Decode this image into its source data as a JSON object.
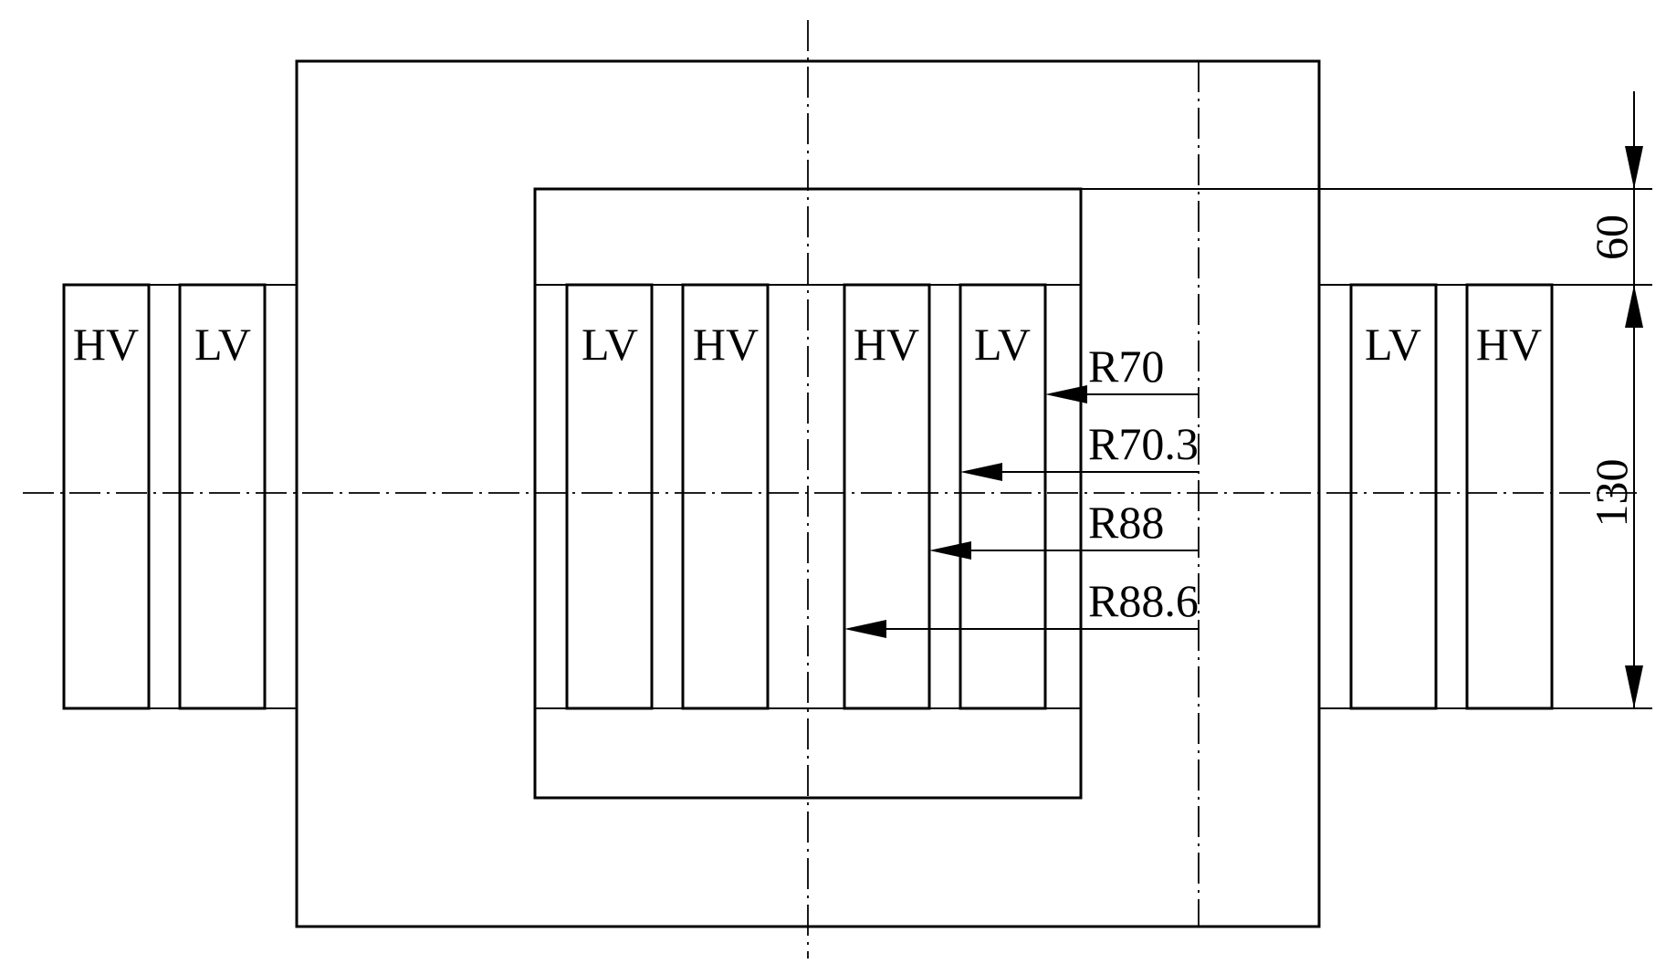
{
  "coils": {
    "left_outer_hv": "HV",
    "left_outer_lv": "LV",
    "window_left_lv": "LV",
    "window_left_hv": "HV",
    "window_right_hv": "HV",
    "window_right_lv": "LV",
    "right_outer_lv": "LV",
    "right_outer_hv": "HV"
  },
  "radii": {
    "r1": "R70",
    "r2": "R70.3",
    "r3": "R88",
    "r4": "R88.6"
  },
  "dimensions": {
    "top_gap": "60",
    "winding_height": "130"
  }
}
